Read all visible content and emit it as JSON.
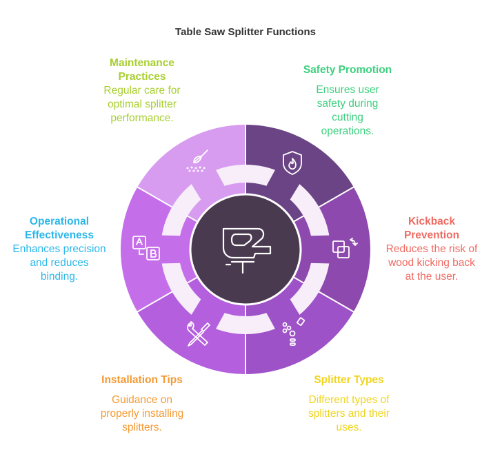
{
  "title": "Table Saw Splitter Functions",
  "colors": {
    "center": "#4a3a50",
    "ring_gap": "#f7eefa",
    "icon_stroke": "#ffffff"
  },
  "segments": [
    {
      "id": "safety",
      "heading": "Safety Promotion",
      "body": "Ensures user safety during cutting operations.",
      "fill": "#6b4485",
      "text_color": "#3ccf7e",
      "icon": "shield-flame-icon"
    },
    {
      "id": "kickback",
      "heading": "Kickback Prevention",
      "body": "Reduces the risk of wood kicking back at the user.",
      "fill": "#8d49ad",
      "text_color": "#ef6a62",
      "icon": "squares-swap-icon"
    },
    {
      "id": "types",
      "heading": "Splitter Types",
      "body": "Different types of splitters and their uses.",
      "fill": "#9e52c7",
      "text_color": "#f0d41c",
      "icon": "shapes-icon"
    },
    {
      "id": "install",
      "heading": "Installation Tips",
      "body": "Guidance on properly installing splitters.",
      "fill": "#b45fdd",
      "text_color": "#f59a33",
      "icon": "tools-icon"
    },
    {
      "id": "operational",
      "heading": "Operational Effectiveness",
      "body": "Enhances precision and reduces binding.",
      "fill": "#c56ee9",
      "text_color": "#2bb7ea",
      "icon": "ab-translate-icon"
    },
    {
      "id": "maintenance",
      "heading": "Maintenance Practices",
      "body": "Regular care for optimal splitter performance.",
      "fill": "#d79bef",
      "text_color": "#a8cf2f",
      "icon": "whisk-icon"
    }
  ],
  "center_icon": "jigsaw-icon"
}
